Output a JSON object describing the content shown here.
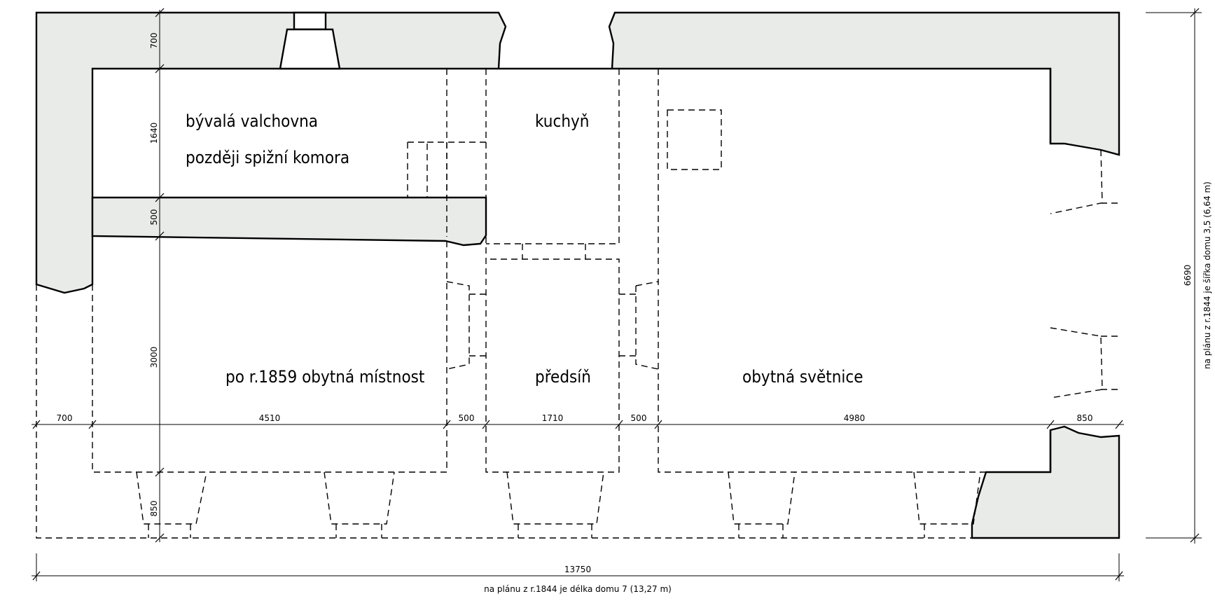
{
  "rooms": {
    "valchovna_line1": "bývalá valchovna",
    "valchovna_line2": "později spižní komora",
    "kuchyn": "kuchyň",
    "obytna_mistnost": "po r.1859 obytná místnost",
    "predsin": "předsíň",
    "obytna_svetnice": "obytná světnice"
  },
  "dimensions": {
    "horizontal": [
      "700",
      "4510",
      "500",
      "1710",
      "500",
      "4980",
      "850"
    ],
    "total_length": "13750",
    "left_vertical": [
      "700",
      "1640",
      "500",
      "3000",
      "850"
    ],
    "total_width": "6690"
  },
  "notes": {
    "length_note": "na plánu z r.1844 je délka domu 7  (13,27 m)",
    "width_note": "na plánu z r.1844 je šířka domu 3,5  (6,64 m)"
  },
  "colors": {
    "wall_fill": "#e8ebe8",
    "line": "#000000"
  }
}
